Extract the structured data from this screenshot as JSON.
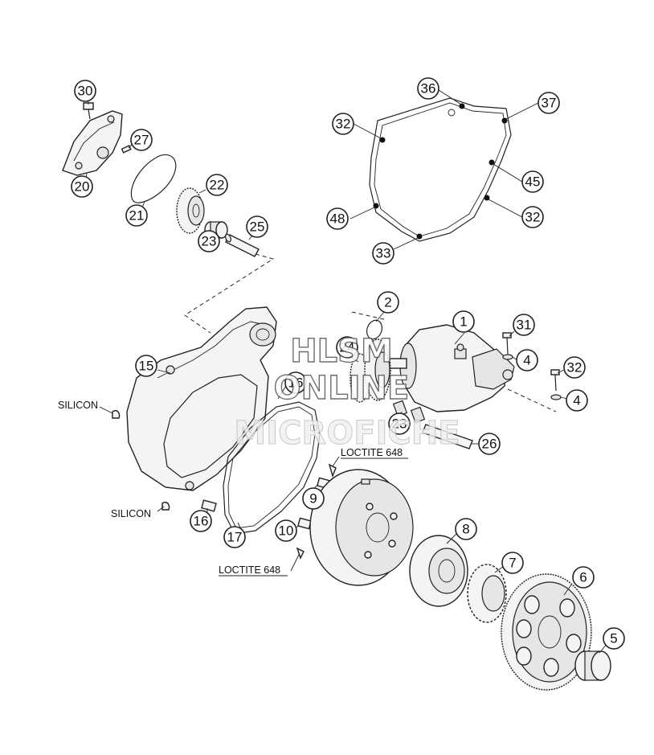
{
  "callouts": [
    {
      "id": "c30",
      "label": "30"
    },
    {
      "id": "c27",
      "label": "27"
    },
    {
      "id": "c20",
      "label": "20"
    },
    {
      "id": "c22",
      "label": "22"
    },
    {
      "id": "c21",
      "label": "21"
    },
    {
      "id": "c23a",
      "label": "23"
    },
    {
      "id": "c25",
      "label": "25"
    },
    {
      "id": "c36",
      "label": "36"
    },
    {
      "id": "c37",
      "label": "37"
    },
    {
      "id": "c32a",
      "label": "32"
    },
    {
      "id": "c45",
      "label": "45"
    },
    {
      "id": "c48",
      "label": "48"
    },
    {
      "id": "c32b",
      "label": "32"
    },
    {
      "id": "c33",
      "label": "33"
    },
    {
      "id": "c2",
      "label": "2"
    },
    {
      "id": "c1",
      "label": "1"
    },
    {
      "id": "c31",
      "label": "31"
    },
    {
      "id": "c4a",
      "label": "4"
    },
    {
      "id": "c32c",
      "label": "32"
    },
    {
      "id": "c4b",
      "label": "4"
    },
    {
      "id": "c15",
      "label": "15"
    },
    {
      "id": "c24",
      "label": "24"
    },
    {
      "id": "c16a",
      "label": "16"
    },
    {
      "id": "c23b",
      "label": "23"
    },
    {
      "id": "c26",
      "label": "26"
    },
    {
      "id": "c9",
      "label": "9"
    },
    {
      "id": "c16b",
      "label": "16"
    },
    {
      "id": "c17",
      "label": "17"
    },
    {
      "id": "c10",
      "label": "10"
    },
    {
      "id": "c8",
      "label": "8"
    },
    {
      "id": "c7",
      "label": "7"
    },
    {
      "id": "c6",
      "label": "6"
    },
    {
      "id": "c5",
      "label": "5"
    }
  ],
  "notes": {
    "silicon_top": "SILICON",
    "silicon_bottom": "SILICON",
    "loctite_top": "LOCTITE 648",
    "loctite_bottom": "LOCTITE 648"
  },
  "watermark": {
    "line1": "HLSM",
    "line2": "ONLINE",
    "line3": "MICROFICHE"
  }
}
